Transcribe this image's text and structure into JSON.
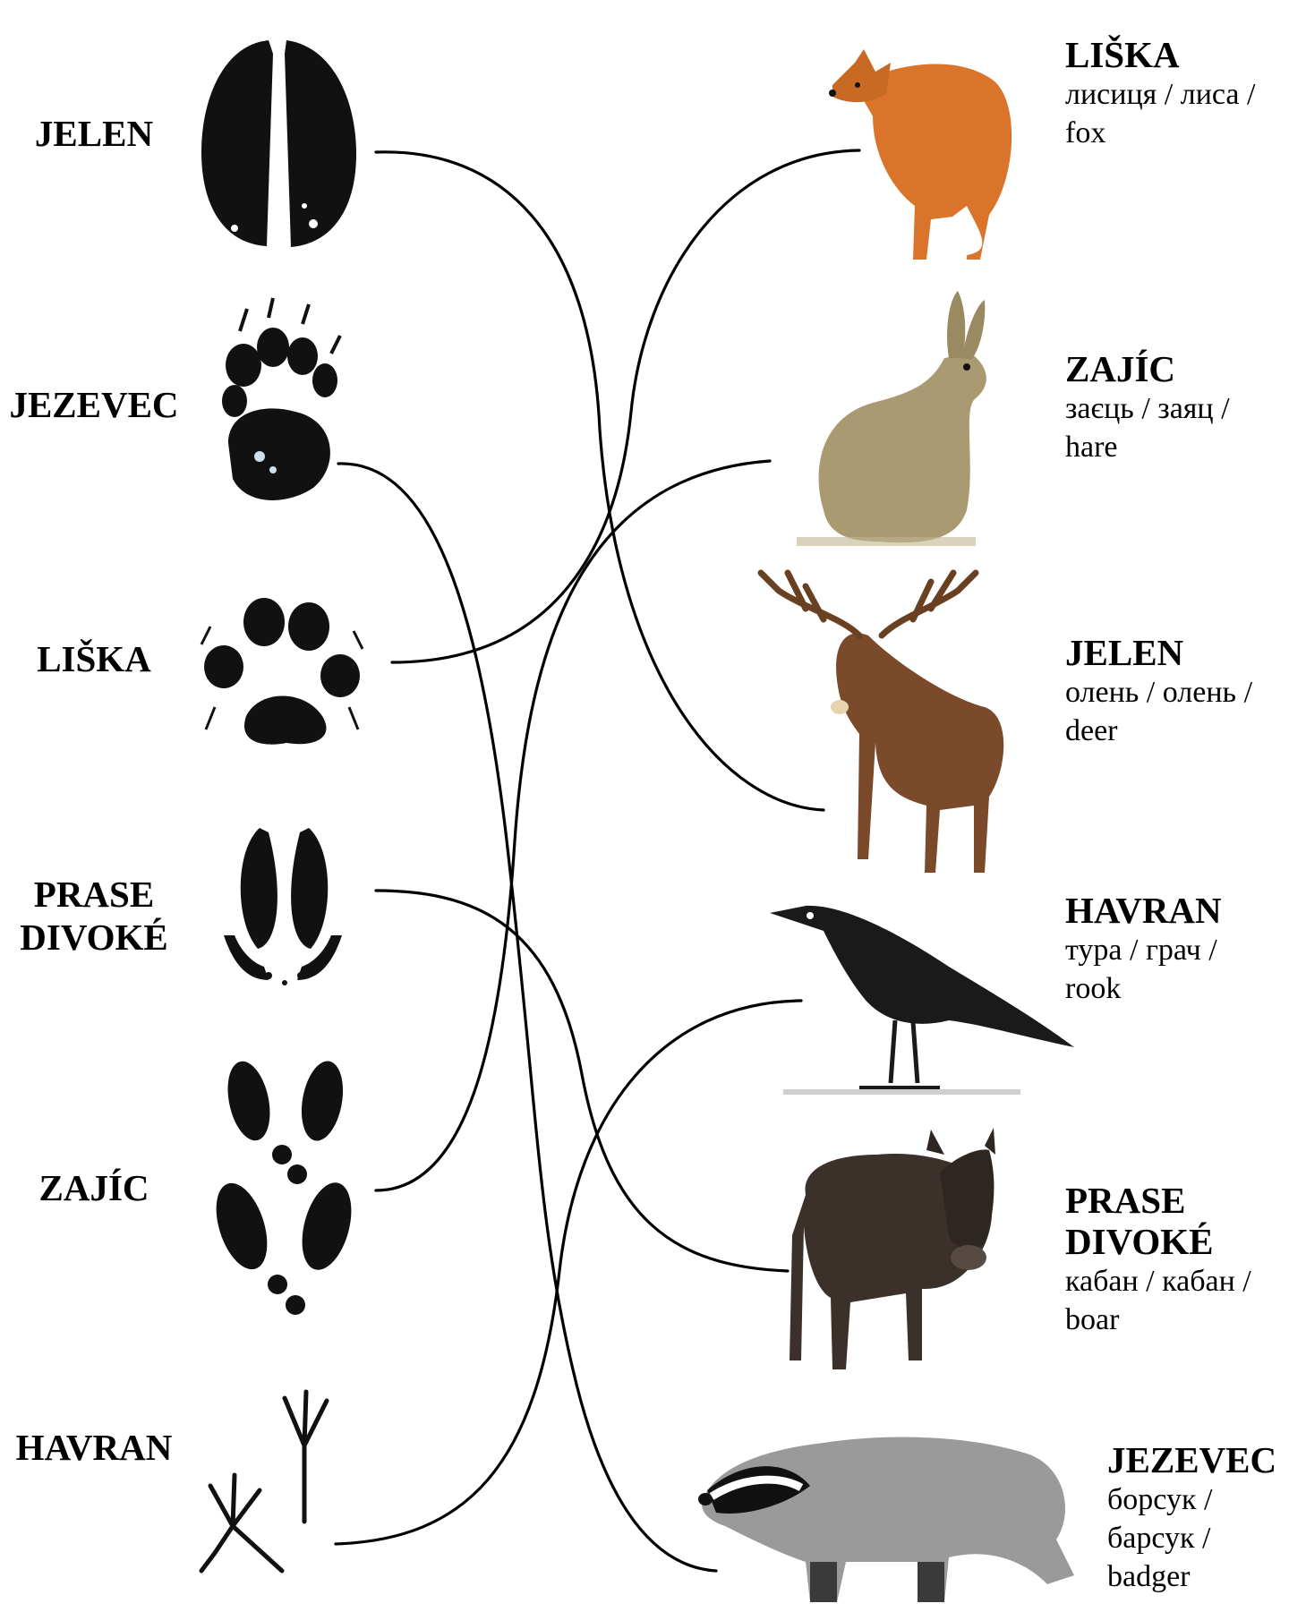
{
  "left": [
    {
      "id": "jelen",
      "lines": [
        "JELEN"
      ]
    },
    {
      "id": "jezevec",
      "lines": [
        "JEZEVEC"
      ]
    },
    {
      "id": "liska",
      "lines": [
        "LIŠKA"
      ]
    },
    {
      "id": "prase",
      "lines": [
        "PRASE",
        "DIVOKÉ"
      ]
    },
    {
      "id": "zajic",
      "lines": [
        "ZAJÍC"
      ]
    },
    {
      "id": "havran",
      "lines": [
        "HAVRAN"
      ]
    }
  ],
  "right": [
    {
      "id": "liska",
      "name": [
        "LIŠKA"
      ],
      "translation": "лисиця / лиса / fox"
    },
    {
      "id": "zajic",
      "name": [
        "ZAJÍC"
      ],
      "translation": "заєць / заяц / hare"
    },
    {
      "id": "jelen",
      "name": [
        "JELEN"
      ],
      "translation": "олень / олень / deer"
    },
    {
      "id": "havran",
      "name": [
        "HAVRAN"
      ],
      "translation": "тура / грач / rook"
    },
    {
      "id": "prase",
      "name": [
        "PRASE",
        "DIVOKÉ"
      ],
      "translation": "кабан / кабан / boar"
    },
    {
      "id": "jezevec",
      "name": [
        "JEZEVEC"
      ],
      "translation": "борсук / барсук / badger"
    }
  ],
  "icons": {
    "left": [
      "deer-hoof-track-icon",
      "badger-paw-track-icon",
      "fox-paw-track-icon",
      "boar-hoof-track-icon",
      "hare-track-icon",
      "rook-footprint-icon"
    ],
    "right": [
      "fox-icon",
      "hare-icon",
      "deer-icon",
      "rook-icon",
      "boar-icon",
      "badger-icon"
    ]
  },
  "colors": {
    "ink": "#000000",
    "fox": "#d9742a",
    "hare": "#a99a72",
    "deer": "#7a4a2a",
    "rook": "#1a1a1a",
    "boar": "#3b302a",
    "badger": "#9a9a9a"
  }
}
